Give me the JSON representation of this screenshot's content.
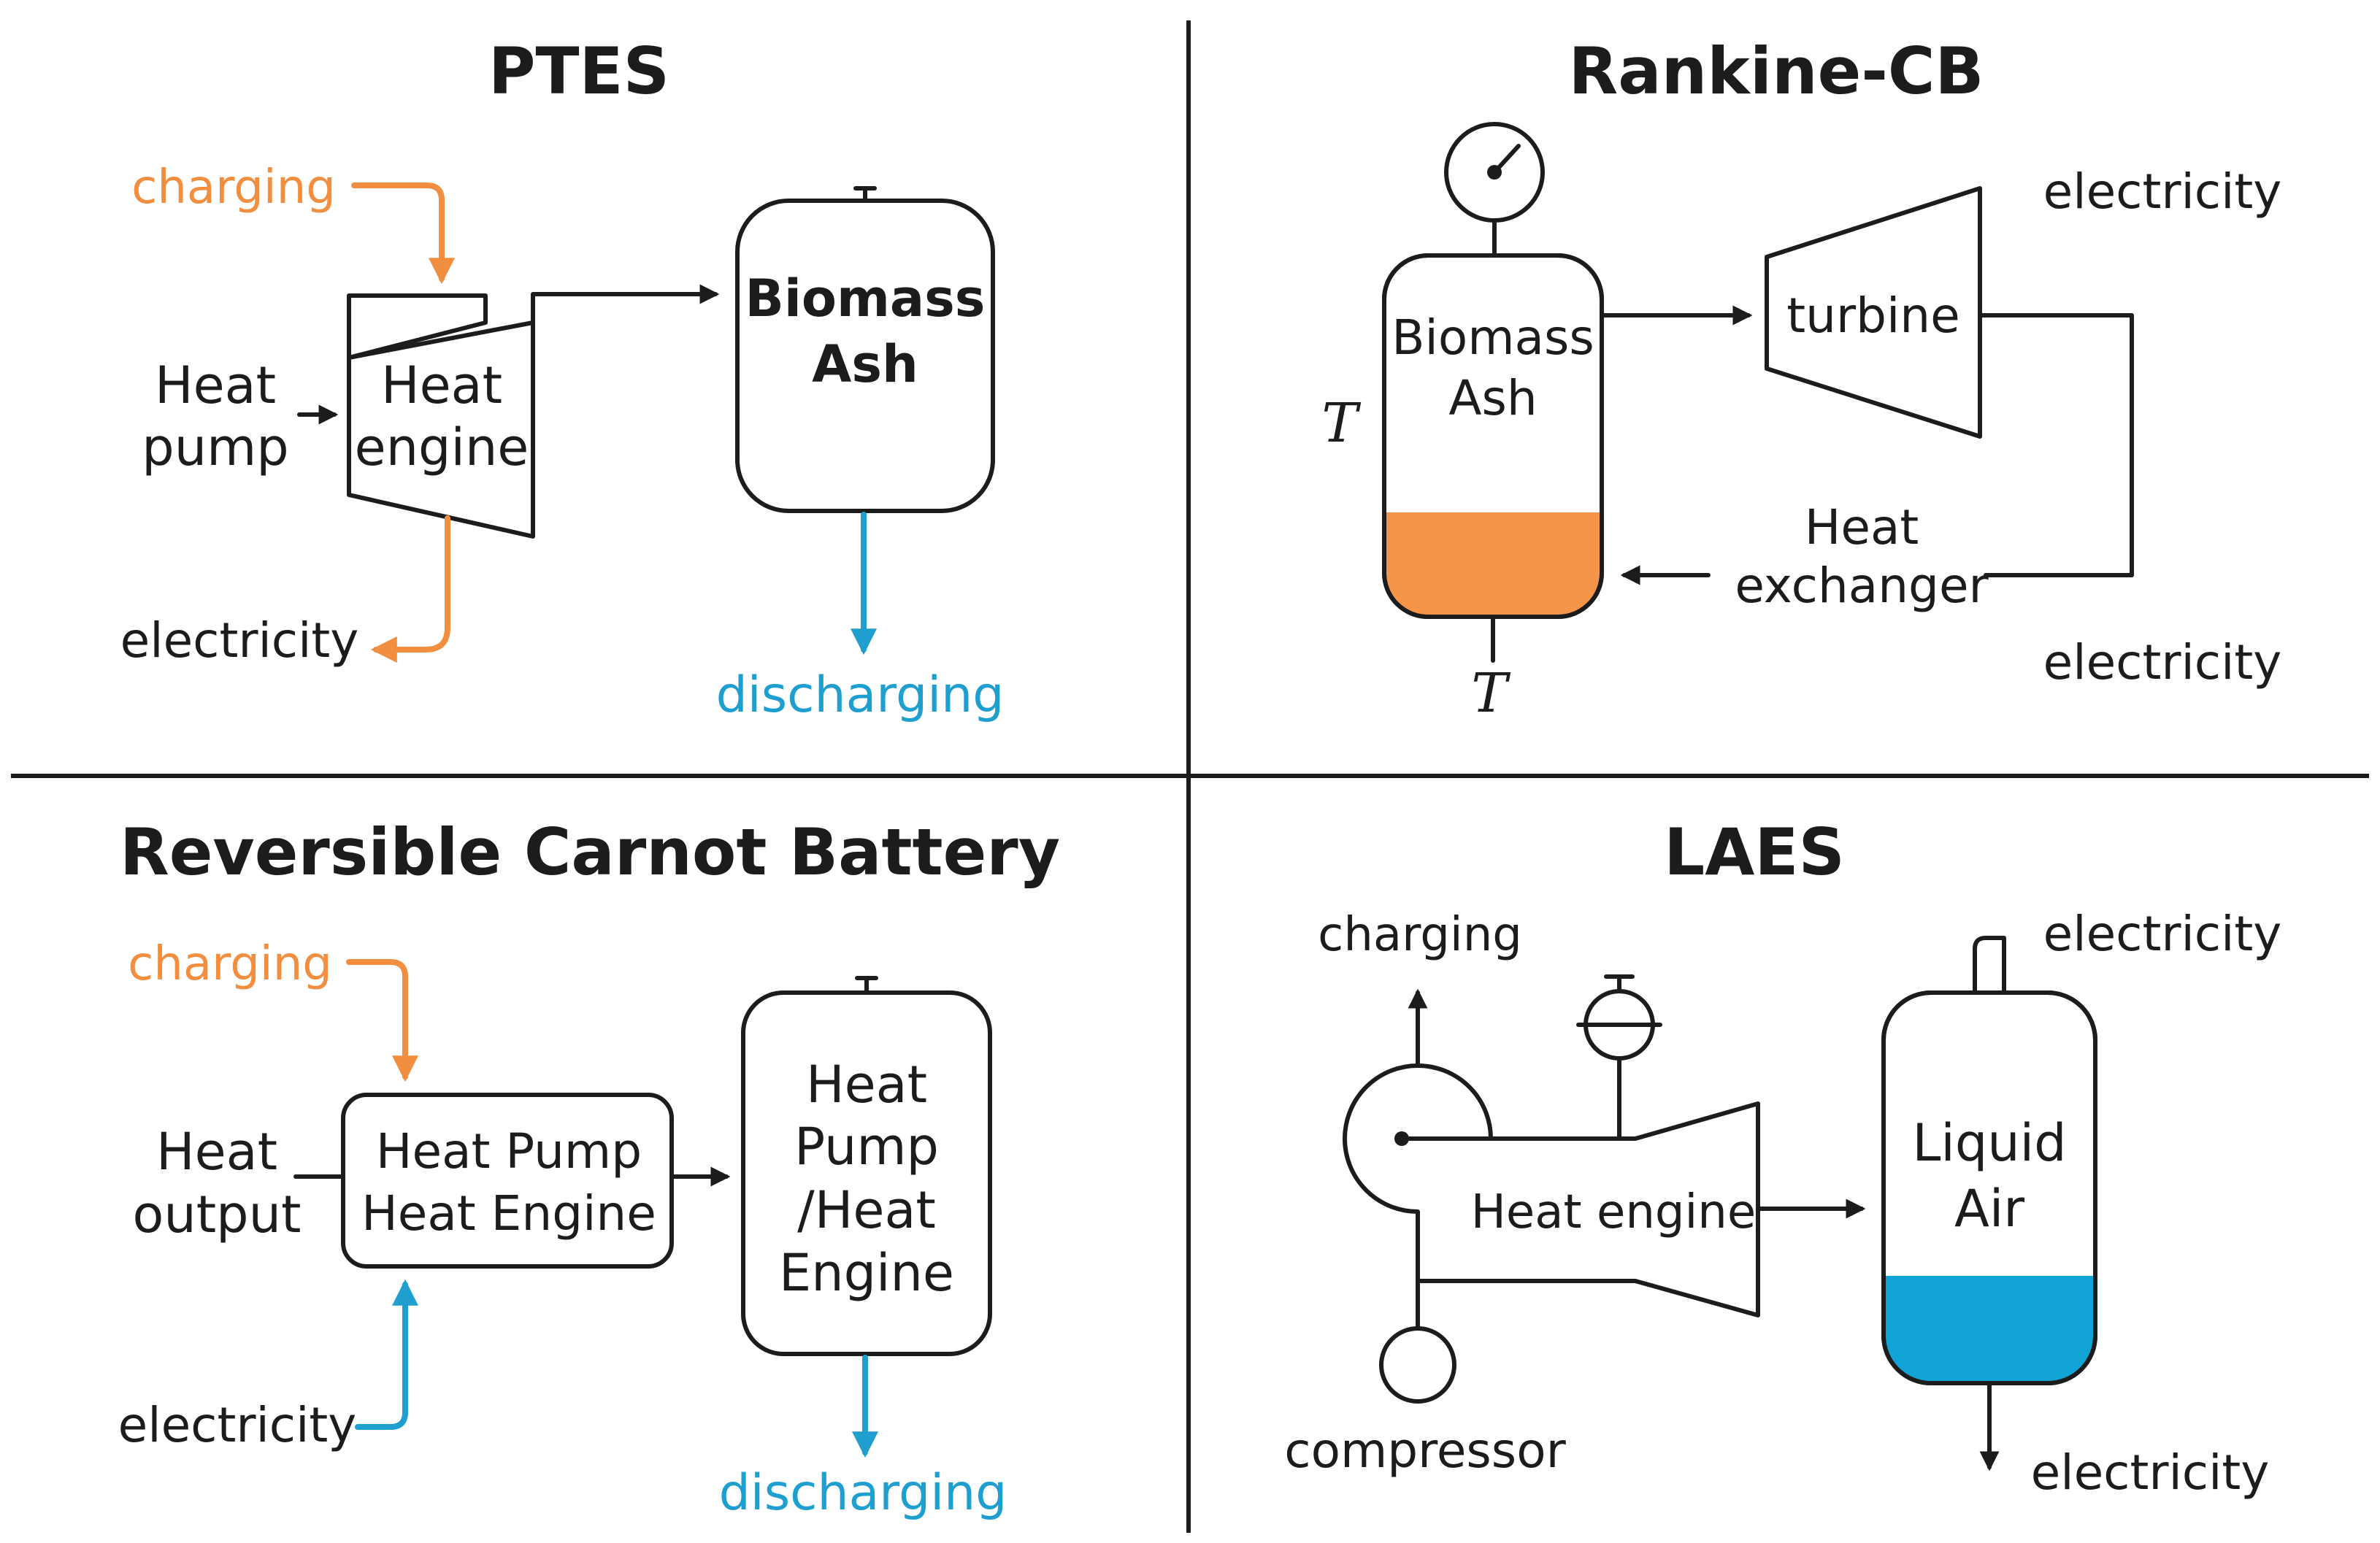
{
  "colors": {
    "charging": "#f28e3f",
    "discharging": "#1e9fd0",
    "ink": "#1c1c1c"
  },
  "ptes": {
    "title": "PTES",
    "charging": "charging",
    "heat_pump": [
      "Heat",
      "pump"
    ],
    "heat_engine": [
      "Heat",
      "engine"
    ],
    "tank": [
      "Biomass",
      "Ash"
    ],
    "electricity": "electricity",
    "discharging": "discharging"
  },
  "rankine": {
    "title": "Rankine-CB",
    "tank": [
      "Biomass",
      "Ash"
    ],
    "t_side": "T",
    "t_bottom": "T",
    "turbine": "turbine",
    "heat_exchanger": [
      "Heat",
      "exchanger"
    ],
    "electricity_top": "electricity",
    "electricity_bottom": "electricity"
  },
  "rcb": {
    "title": "Reversible Carnot Battery",
    "charging": "charging",
    "heat_output": [
      "Heat",
      "output"
    ],
    "unit": [
      "Heat Pump",
      "Heat Engine"
    ],
    "tank": [
      "Heat",
      "Pump",
      "/Heat",
      "Engine"
    ],
    "electricity": "electricity",
    "discharging": "discharging"
  },
  "laes": {
    "title": "LAES",
    "charging": "charging",
    "heat_engine": "Heat engine",
    "compressor": "compressor",
    "tank": [
      "Liquid",
      "Air"
    ],
    "electricity_top": "electricity",
    "electricity_bottom": "electricity"
  }
}
